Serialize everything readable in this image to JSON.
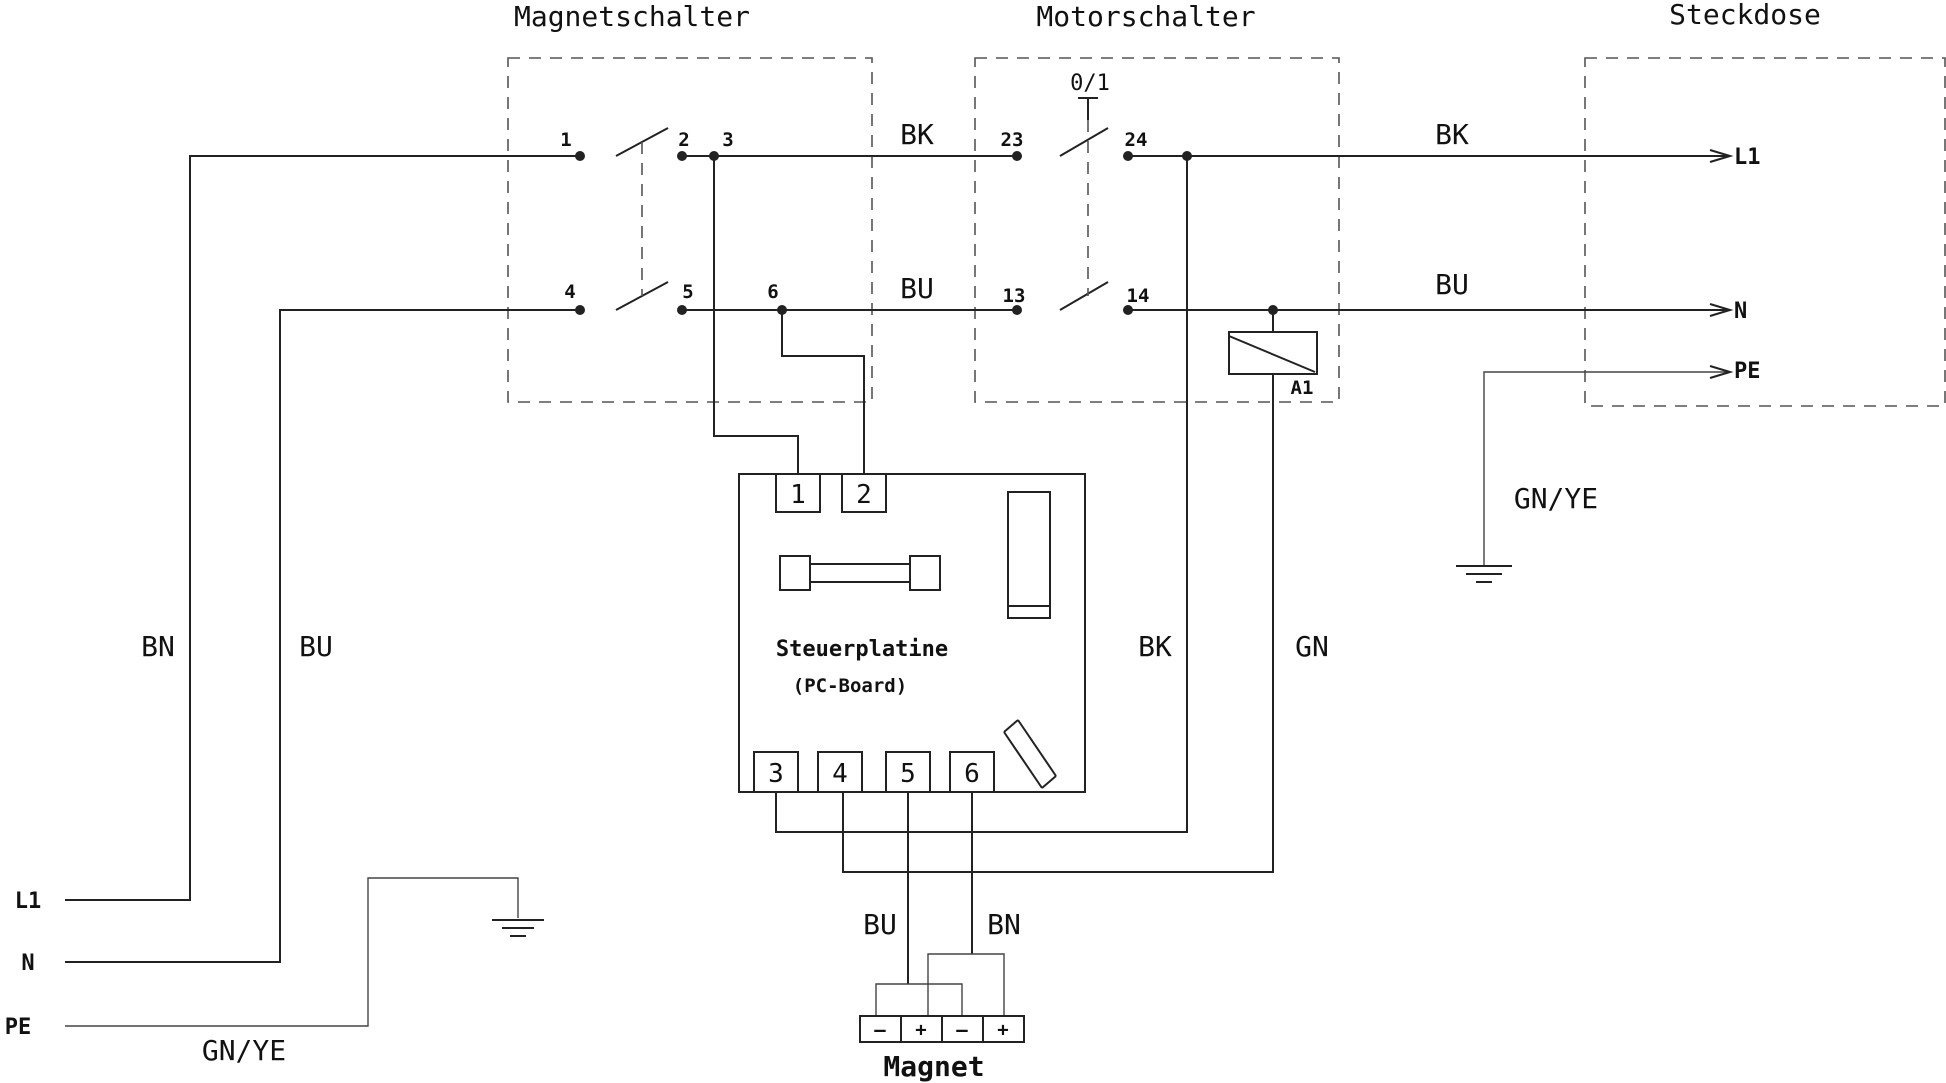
{
  "groups": {
    "magnetschalter": "Magnetschalter",
    "motorschalter": "Motorschalter",
    "steckdose": "Steckdose"
  },
  "inputs": {
    "l1": "L1",
    "n": "N",
    "pe": "PE"
  },
  "outputs": {
    "l1": "L1",
    "n": "N",
    "pe": "PE"
  },
  "switch_label": "0/1",
  "terminals": {
    "t1": "1",
    "t2": "2",
    "t3": "3",
    "t4": "4",
    "t5": "5",
    "t6": "6",
    "t23": "23",
    "t24": "24",
    "t13": "13",
    "t14": "14"
  },
  "relay": "A1",
  "board": {
    "name": "Steuerplatine",
    "subtitle": "(PC-Board)",
    "pins_top": [
      "1",
      "2"
    ],
    "pins_bottom": [
      "3",
      "4",
      "5",
      "6"
    ]
  },
  "wire_colors": {
    "bk_top_left": "BK",
    "bu_mid_left": "BU",
    "bk_top_right": "BK",
    "bu_mid_right": "BU",
    "bn_left": "BN",
    "bu_left": "BU",
    "bk_vertical": "BK",
    "gn_vertical": "GN",
    "gnye_socket": "GN/YE",
    "gnye_input": "GN/YE",
    "bu_magnet": "BU",
    "bn_magnet": "BN"
  },
  "magnet": {
    "title": "Magnet",
    "cells": [
      "–",
      "+",
      "–",
      "+"
    ]
  }
}
